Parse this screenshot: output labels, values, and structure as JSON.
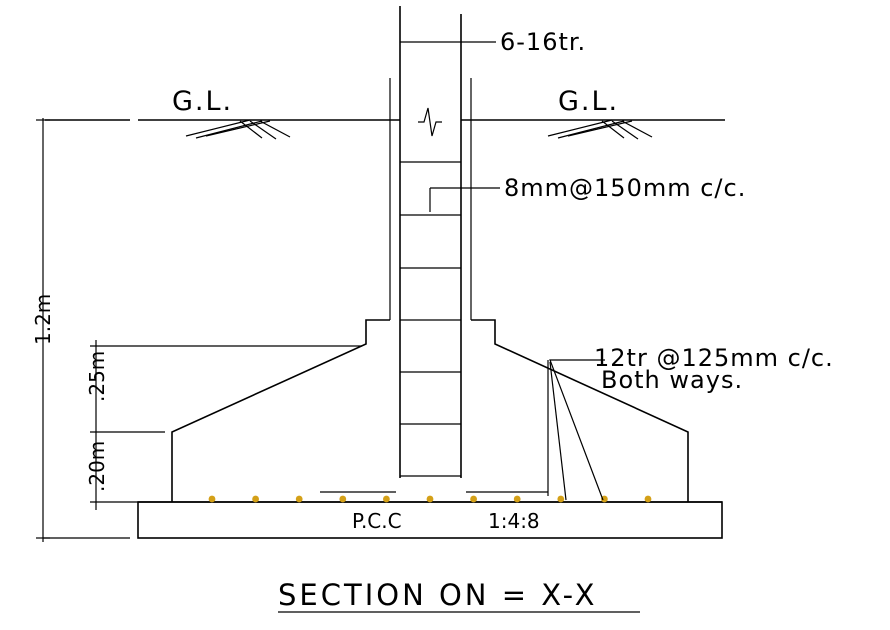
{
  "labels": {
    "column_bars": "6-16tr.",
    "ground_level_left": "G.L.",
    "ground_level_right": "G.L.",
    "stirrups": "8mm@150mm c/c.",
    "mesh_line1": "12tr @125mm c/c.",
    "mesh_line2": "Both ways.",
    "pcc": "P.C.C",
    "pcc_mix": "1:4:8"
  },
  "dimensions": {
    "total_depth": "1.2m",
    "slope_depth": ".25m",
    "edge_depth": ".20m"
  },
  "title": "SECTION ON = X-X",
  "colors": {
    "line": "#000000",
    "rebar_dots": "#d4a017"
  },
  "rebar_dot_count": 11
}
